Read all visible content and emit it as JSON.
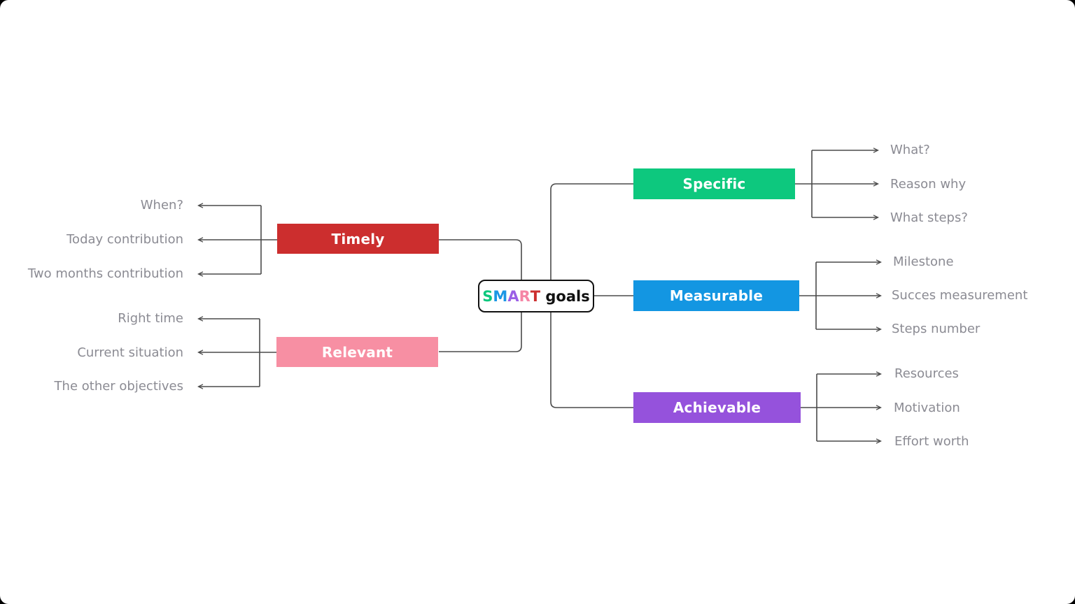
{
  "canvas": {
    "background": "#ffffff",
    "frame_color": "#000000"
  },
  "styles": {
    "connector_color": "#4a4a4a",
    "leaf_text_color": "#8b8b93"
  },
  "center": {
    "name": "SMART goals",
    "letters": [
      {
        "char": "S",
        "color": "#0dc87e"
      },
      {
        "char": "M",
        "color": "#1b97e4"
      },
      {
        "char": "A",
        "color": "#9b5fe6"
      },
      {
        "char": "R",
        "color": "#f585a5"
      },
      {
        "char": "T",
        "color": "#cc2f2f"
      },
      {
        "char": " goals",
        "color": "#111111"
      }
    ]
  },
  "branches": [
    {
      "label": "Specific",
      "color": "#0dc87e",
      "side": "right",
      "children": [
        "What?",
        "Reason why",
        "What steps?"
      ]
    },
    {
      "label": "Measurable",
      "color": "#1396e2",
      "side": "right",
      "children": [
        "Milestone",
        "Succes measurement",
        "Steps number"
      ]
    },
    {
      "label": "Achievable",
      "color": "#9552dc",
      "side": "right",
      "children": [
        "Resources",
        "Motivation",
        "Effort worth"
      ]
    },
    {
      "label": "Timely",
      "color": "#cc2e2e",
      "side": "left",
      "children": [
        "When?",
        "Today contribution",
        "Two months contribution"
      ]
    },
    {
      "label": "Relevant",
      "color": "#f78fa3",
      "side": "left",
      "children": [
        "Right time",
        "Current situation",
        "The other objectives"
      ]
    }
  ]
}
